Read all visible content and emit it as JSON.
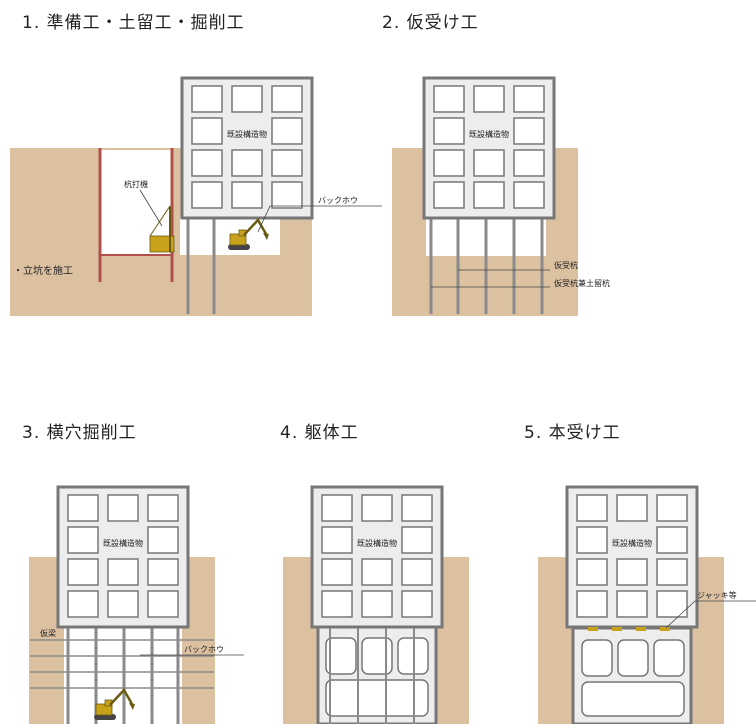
{
  "steps": [
    {
      "title": "1. 準備工・土留工・掘削工"
    },
    {
      "title": "2. 仮受け工"
    },
    {
      "title": "3. 横穴掘削工"
    },
    {
      "title": "4. 躯体工"
    },
    {
      "title": "5. 本受け工"
    }
  ],
  "labels": {
    "existing_structure": "既設構造物",
    "pile_driver": "杭打機",
    "backhoe": "バックホウ",
    "shaft": "・立坑を施工",
    "temp_pile": "仮受杭",
    "temp_pile_retaining": "仮受杭兼土留杭",
    "beam": "仮梁",
    "jack": "ジャッキ等"
  },
  "colors": {
    "soil": "#dcc1a1",
    "building_fill": "#ededed",
    "building_stroke": "#777777",
    "pile": "#8a8a8a",
    "retaining_wall": "#b0504a",
    "backhoe": "#c9a21b"
  }
}
